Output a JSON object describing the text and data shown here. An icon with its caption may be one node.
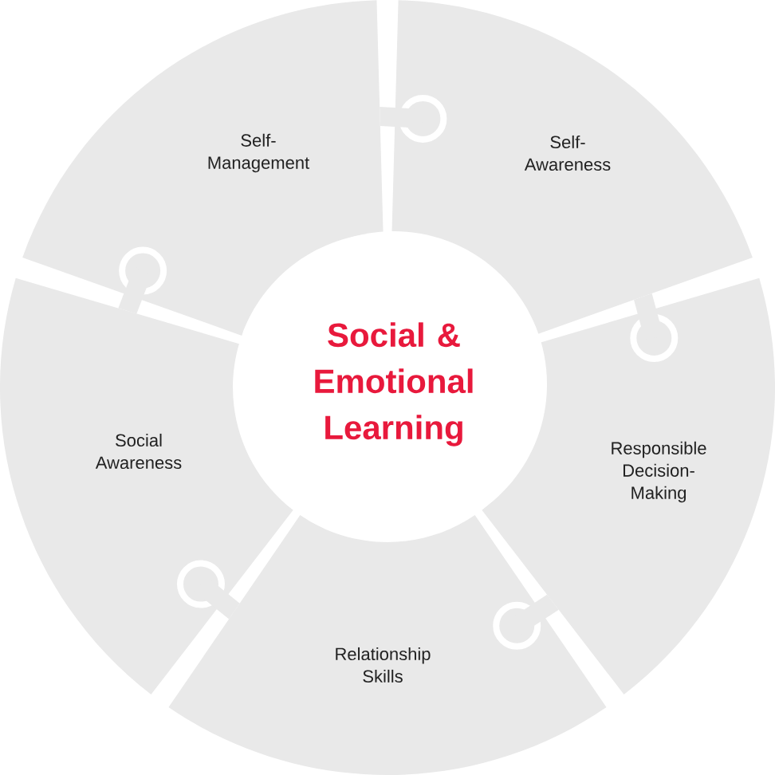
{
  "diagram": {
    "nodes": [
      {
        "text": [
          "Social & Emotional Learning"
        ]
      },
      {
        "text": [
          "Self-Management"
        ]
      },
      {
        "text": [
          "Self-Awareness"
        ]
      },
      {
        "text": [
          "Responsible Decision-Making"
        ]
      },
      {
        "text": [
          "Relationship Skills"
        ]
      },
      {
        "text": [
          "Social Awareness"
        ]
      }
    ]
  }
}
